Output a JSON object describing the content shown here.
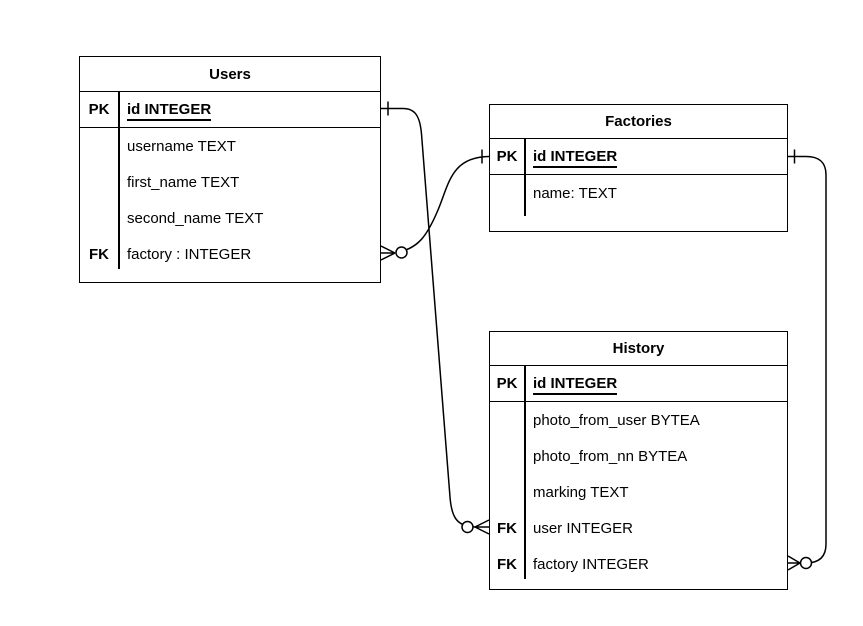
{
  "diagram_type": "entity-relationship",
  "colors": {
    "background": "#ffffff",
    "line": "#000000",
    "text": "#000000"
  },
  "tables": [
    {
      "name": "Users",
      "rows": [
        {
          "badge": "PK",
          "label": "id INTEGER"
        },
        {
          "badge": "",
          "label": "username TEXT"
        },
        {
          "badge": "",
          "label": "first_name TEXT"
        },
        {
          "badge": "",
          "label": "second_name TEXT"
        },
        {
          "badge": "FK",
          "label": "factory : INTEGER"
        }
      ]
    },
    {
      "name": "Factories",
      "rows": [
        {
          "badge": "PK",
          "label": "id INTEGER"
        },
        {
          "badge": "",
          "label": "name: TEXT"
        }
      ]
    },
    {
      "name": "History",
      "rows": [
        {
          "badge": "PK",
          "label": "id INTEGER"
        },
        {
          "badge": "",
          "label": "photo_from_user BYTEA"
        },
        {
          "badge": "",
          "label": "photo_from_nn BYTEA"
        },
        {
          "badge": "",
          "label": "marking TEXT"
        },
        {
          "badge": "FK",
          "label": "user INTEGER"
        },
        {
          "badge": "FK",
          "label": "factory INTEGER"
        }
      ]
    }
  ],
  "relationships": [
    {
      "from_table": "Users",
      "from_column": "id",
      "to_table": "History",
      "to_column": "user",
      "from_cardinality": "one",
      "to_cardinality": "zero-or-many",
      "notation": "crow's foot: tick at Users.id, circle + crow's foot at History.user"
    },
    {
      "from_table": "Factories",
      "from_column": "id",
      "to_table": "Users",
      "to_column": "factory",
      "from_cardinality": "one",
      "to_cardinality": "zero-or-many",
      "notation": "crow's foot: tick at Factories.id, circle + crow's foot at Users.factory"
    },
    {
      "from_table": "Factories",
      "from_column": "id",
      "to_table": "History",
      "to_column": "factory",
      "from_cardinality": "one",
      "to_cardinality": "zero-or-many",
      "notation": "crow's foot: tick at Factories.id, circle + crow's foot at History.factory"
    }
  ]
}
